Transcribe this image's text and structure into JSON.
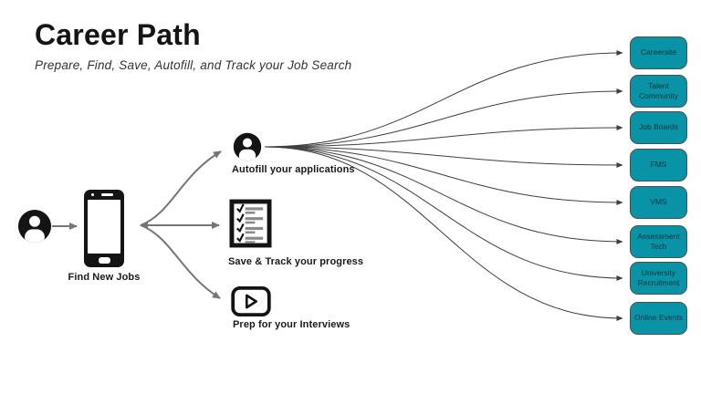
{
  "header": {
    "title": "Career Path",
    "subtitle": "Prepare, Find, Save, Autofill, and Track your Job Search"
  },
  "flow": {
    "start": {
      "label": "Find New Jobs",
      "icon": "smartphone-icon",
      "actor_icon": "user-icon"
    },
    "branches": [
      {
        "label": "Autofill your applications",
        "icon": "user-icon"
      },
      {
        "label": "Save & Track your progress",
        "icon": "checklist-icon"
      },
      {
        "label": "Prep for your Interviews",
        "icon": "play-icon"
      }
    ]
  },
  "endpoints": [
    {
      "label": "Careersite"
    },
    {
      "label": "Talent Community"
    },
    {
      "label": "Job Boards"
    },
    {
      "label": "FMS"
    },
    {
      "label": "VMS"
    },
    {
      "label": "Assessment Tech"
    },
    {
      "label": "University Recruitment"
    },
    {
      "label": "Online Events"
    }
  ],
  "colors": {
    "endpoint_fill": "#0894a6",
    "endpoint_border": "#4a4f52",
    "endpoint_text": "#15323c",
    "main_arrow": "#757575",
    "fan_line": "#3f3f3f",
    "icon_ink": "#141414"
  }
}
